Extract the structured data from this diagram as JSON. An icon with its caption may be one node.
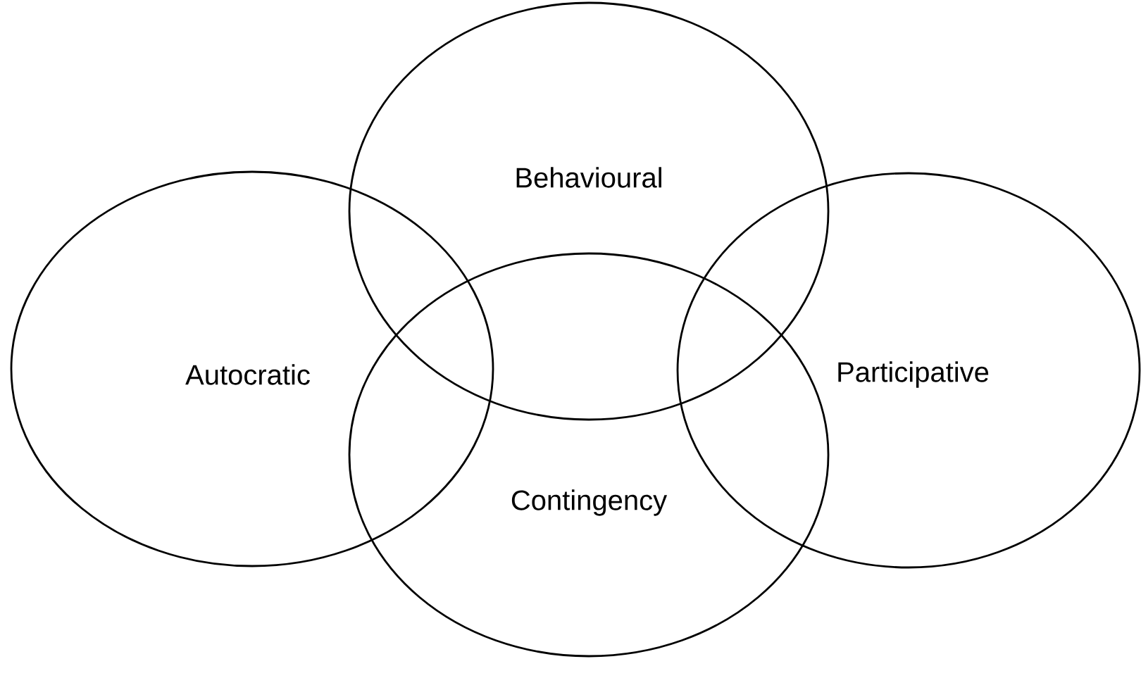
{
  "diagram": {
    "nodes": [
      {
        "text": [
          "Autocratic"
        ]
      },
      {
        "text": [
          "Behavioural"
        ]
      },
      {
        "text": [
          "Participative"
        ]
      },
      {
        "text": [
          "Contingency"
        ]
      }
    ]
  }
}
